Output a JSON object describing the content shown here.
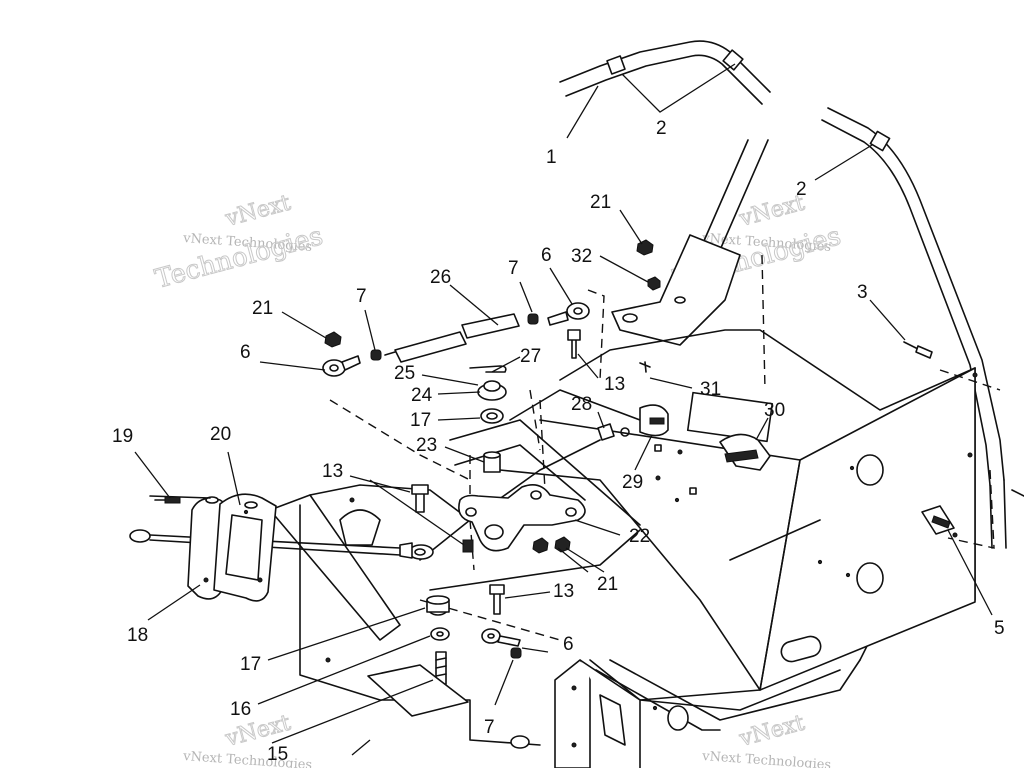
{
  "watermark": {
    "brand": "vNext",
    "company": "vNext Technologies",
    "word": "Technologies"
  },
  "callouts": [
    {
      "id": "c1",
      "text": "1"
    },
    {
      "id": "c2a",
      "text": "2"
    },
    {
      "id": "c2b",
      "text": "2"
    },
    {
      "id": "c3",
      "text": "3"
    },
    {
      "id": "c5",
      "text": "5"
    },
    {
      "id": "c6a",
      "text": "6"
    },
    {
      "id": "c6b",
      "text": "6"
    },
    {
      "id": "c6c",
      "text": "6"
    },
    {
      "id": "c7a",
      "text": "7"
    },
    {
      "id": "c7b",
      "text": "7"
    },
    {
      "id": "c7c",
      "text": "7"
    },
    {
      "id": "c13a",
      "text": "13"
    },
    {
      "id": "c13b",
      "text": "13"
    },
    {
      "id": "c13c",
      "text": "13"
    },
    {
      "id": "c15",
      "text": "15"
    },
    {
      "id": "c16",
      "text": "16"
    },
    {
      "id": "c17a",
      "text": "17"
    },
    {
      "id": "c17b",
      "text": "17"
    },
    {
      "id": "c18",
      "text": "18"
    },
    {
      "id": "c19",
      "text": "19"
    },
    {
      "id": "c20",
      "text": "20"
    },
    {
      "id": "c21a",
      "text": "21"
    },
    {
      "id": "c21b",
      "text": "21"
    },
    {
      "id": "c21c",
      "text": "21"
    },
    {
      "id": "c22",
      "text": "22"
    },
    {
      "id": "c23",
      "text": "23"
    },
    {
      "id": "c24",
      "text": "24"
    },
    {
      "id": "c25",
      "text": "25"
    },
    {
      "id": "c26",
      "text": "26"
    },
    {
      "id": "c27",
      "text": "27"
    },
    {
      "id": "c28",
      "text": "28"
    },
    {
      "id": "c29",
      "text": "29"
    },
    {
      "id": "c30",
      "text": "30"
    },
    {
      "id": "c31",
      "text": "31"
    },
    {
      "id": "c32",
      "text": "32"
    }
  ]
}
